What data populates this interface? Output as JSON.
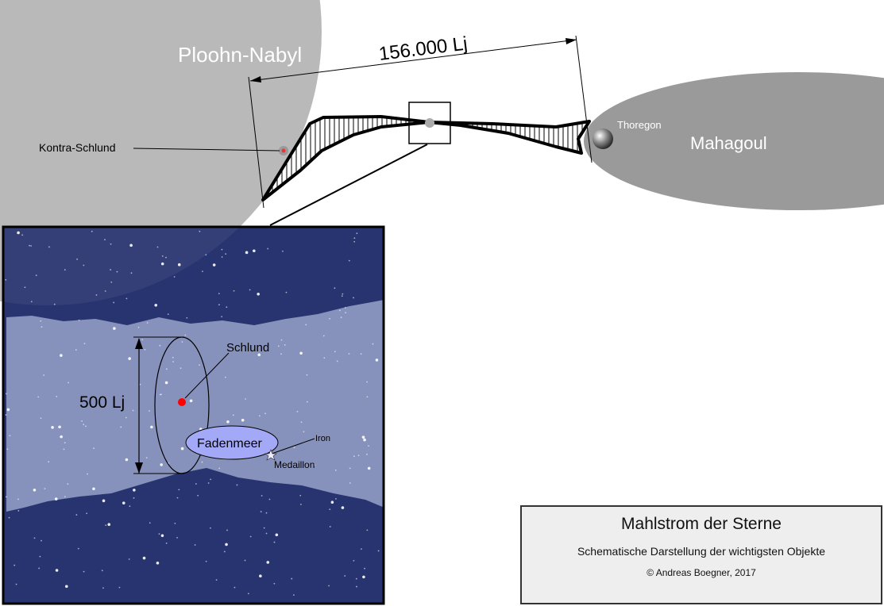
{
  "labels": {
    "galaxy_left": "Ploohn-Nabyl",
    "galaxy_right": "Mahagoul",
    "distance": "156.000 Lj",
    "kontra": "Kontra-Schlund",
    "thoregon": "Thoregon",
    "schlund": "Schlund",
    "height": "500 Lj",
    "fadenmeer": "Fadenmeer",
    "iron": "Iron",
    "medaillon": "Medaillon"
  },
  "title_box": {
    "title": "Mahlstrom der Sterne",
    "subtitle": "Schematische Darstellung der wichtigsten Objekte",
    "copyright": "© Andreas Boegner, 2017"
  },
  "colors": {
    "galaxy_left": "#b9b9b9",
    "galaxy_right": "#9a9a9a",
    "space": "#283470",
    "band": "#8792bc",
    "fadenmeer": "#a3a9f7",
    "schlund": "#ff0000"
  }
}
